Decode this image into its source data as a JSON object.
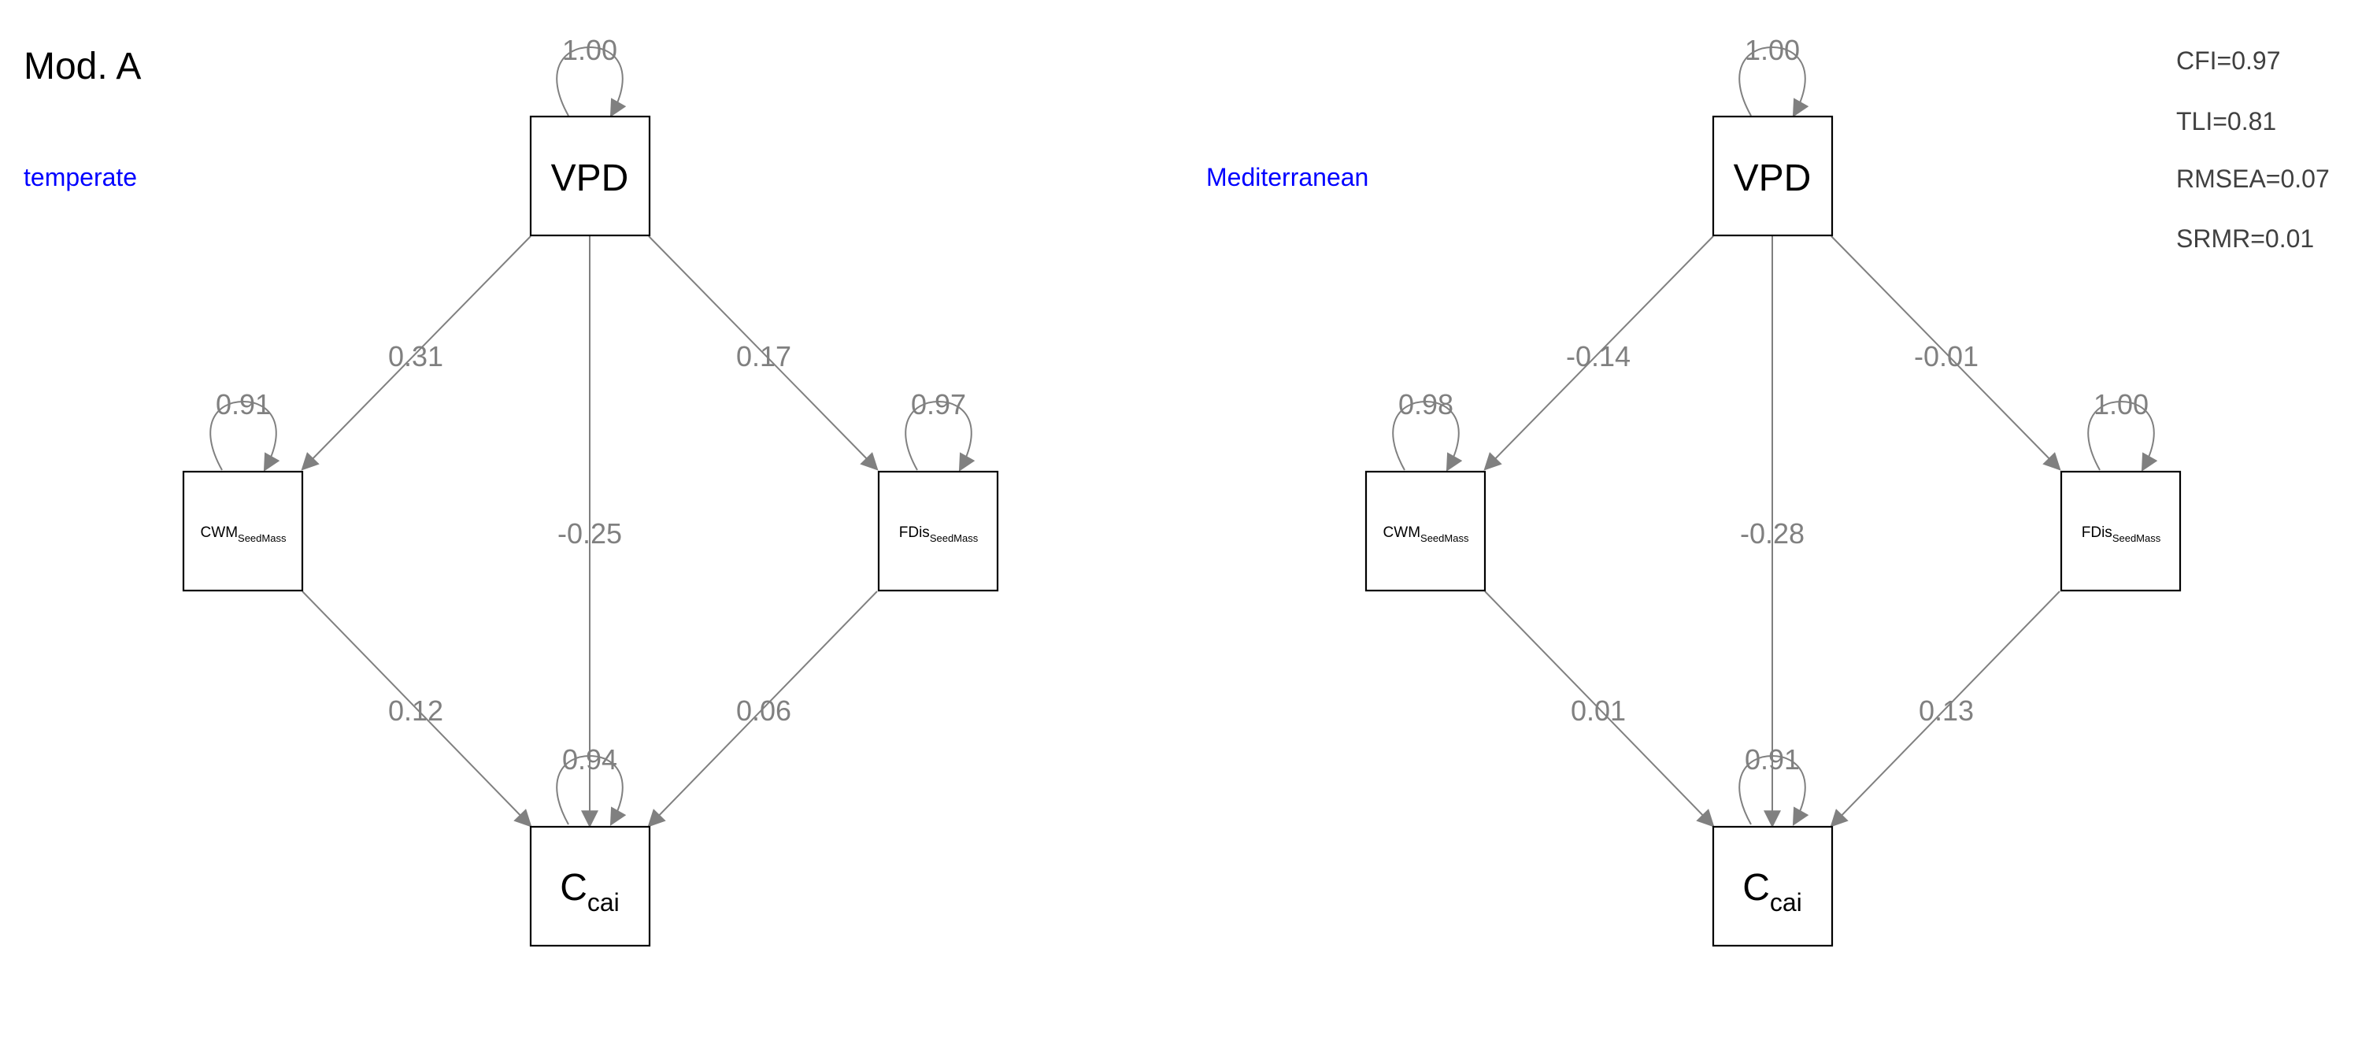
{
  "title": "Mod. A",
  "fit_indices": [
    "CFI=0.97",
    "TLI=0.81",
    "RMSEA=0.07",
    "SRMR=0.01"
  ],
  "colors": {
    "edge": "#808080",
    "group_label": "#0000ff",
    "node_border": "#000000"
  },
  "nodes": {
    "vpd": {
      "main": "VPD",
      "sub": ""
    },
    "cwm": {
      "main": "CWM",
      "sub": "SeedMass"
    },
    "fdis": {
      "main": "FDis",
      "sub": "SeedMass"
    },
    "ccai": {
      "main": "C",
      "sub": "cai"
    }
  },
  "panels": [
    {
      "group": "temperate",
      "variances": {
        "vpd": "1.00",
        "cwm": "0.91",
        "fdis": "0.97",
        "ccai": "0.94"
      },
      "paths": {
        "vpd_cwm": "0.31",
        "vpd_fdis": "0.17",
        "vpd_ccai": "-0.25",
        "cwm_ccai": "0.12",
        "fdis_ccai": "0.06"
      }
    },
    {
      "group": "Mediterranean",
      "variances": {
        "vpd": "1.00",
        "cwm": "0.98",
        "fdis": "1.00",
        "ccai": "0.91"
      },
      "paths": {
        "vpd_cwm": "-0.14",
        "vpd_fdis": "-0.01",
        "vpd_ccai": "-0.28",
        "cwm_ccai": "0.01",
        "fdis_ccai": "0.13"
      }
    }
  ]
}
